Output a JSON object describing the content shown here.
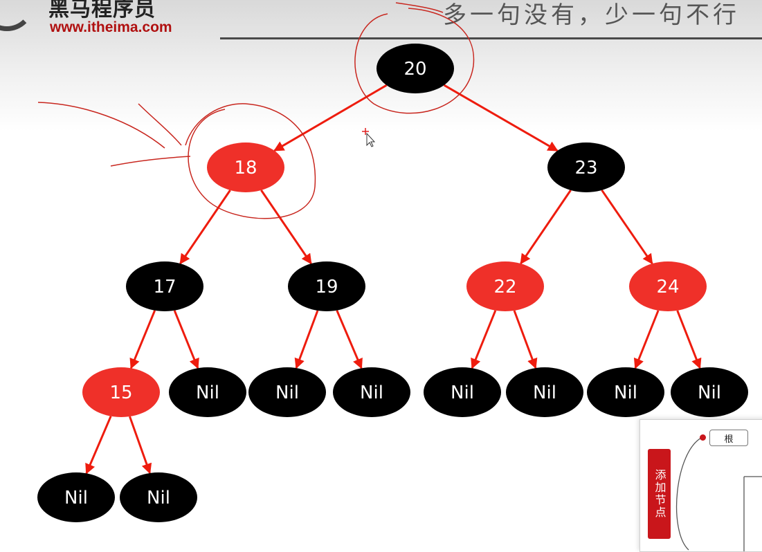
{
  "header": {
    "logo_name": "黑马程序员",
    "logo_url": "www.itheima.com",
    "slogan": "多一句没有，少一句不行"
  },
  "colors": {
    "red_node": "#ef3029",
    "black_node": "#000000",
    "edge": "#ee1c0e",
    "annotation": "#c8261e"
  },
  "tree": {
    "nodes": [
      {
        "id": "n20",
        "label": "20",
        "color": "black"
      },
      {
        "id": "n18",
        "label": "18",
        "color": "red"
      },
      {
        "id": "n23",
        "label": "23",
        "color": "black"
      },
      {
        "id": "n17",
        "label": "17",
        "color": "black"
      },
      {
        "id": "n19",
        "label": "19",
        "color": "black"
      },
      {
        "id": "n22",
        "label": "22",
        "color": "red"
      },
      {
        "id": "n24",
        "label": "24",
        "color": "red"
      },
      {
        "id": "n15",
        "label": "15",
        "color": "red"
      },
      {
        "id": "nil17r",
        "label": "Nil",
        "color": "black"
      },
      {
        "id": "nil19l",
        "label": "Nil",
        "color": "black"
      },
      {
        "id": "nil19r",
        "label": "Nil",
        "color": "black"
      },
      {
        "id": "nil22l",
        "label": "Nil",
        "color": "black"
      },
      {
        "id": "nil22r",
        "label": "Nil",
        "color": "black"
      },
      {
        "id": "nil24l",
        "label": "Nil",
        "color": "black"
      },
      {
        "id": "nil24r",
        "label": "Nil",
        "color": "black"
      },
      {
        "id": "nil15l",
        "label": "Nil",
        "color": "black"
      },
      {
        "id": "nil15r",
        "label": "Nil",
        "color": "black"
      }
    ],
    "edges": [
      [
        "n20",
        "n18"
      ],
      [
        "n20",
        "n23"
      ],
      [
        "n18",
        "n17"
      ],
      [
        "n18",
        "n19"
      ],
      [
        "n23",
        "n22"
      ],
      [
        "n23",
        "n24"
      ],
      [
        "n17",
        "n15"
      ],
      [
        "n17",
        "nil17r"
      ],
      [
        "n19",
        "nil19l"
      ],
      [
        "n19",
        "nil19r"
      ],
      [
        "n22",
        "nil22l"
      ],
      [
        "n22",
        "nil22r"
      ],
      [
        "n24",
        "nil24l"
      ],
      [
        "n24",
        "nil24r"
      ],
      [
        "n15",
        "nil15l"
      ],
      [
        "n15",
        "nil15r"
      ]
    ]
  },
  "panel": {
    "add_node_label": "添加节点",
    "root_label": "根"
  }
}
